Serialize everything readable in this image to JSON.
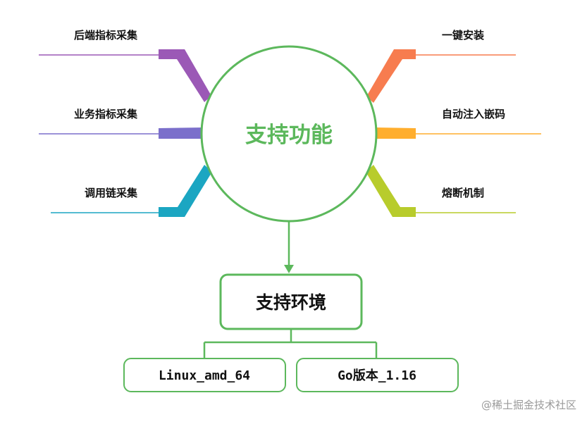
{
  "center": {
    "title": "支持功能",
    "color": "#5cb85c"
  },
  "branches_left": [
    {
      "label": "后端指标采集",
      "color": "#9b59b6"
    },
    {
      "label": "业务指标采集",
      "color": "#7b6fcb"
    },
    {
      "label": "调用链采集",
      "color": "#1ba6c2"
    }
  ],
  "branches_right": [
    {
      "label": "一键安装",
      "color": "#f77c4f"
    },
    {
      "label": "自动注入嵌码",
      "color": "#ffae2e"
    },
    {
      "label": "熔断机制",
      "color": "#b8cc2c"
    }
  ],
  "environment": {
    "title": "支持环境",
    "items": [
      "Linux_amd_64",
      "Go版本_1.16"
    ]
  },
  "watermark": "@稀土掘金技术社区"
}
